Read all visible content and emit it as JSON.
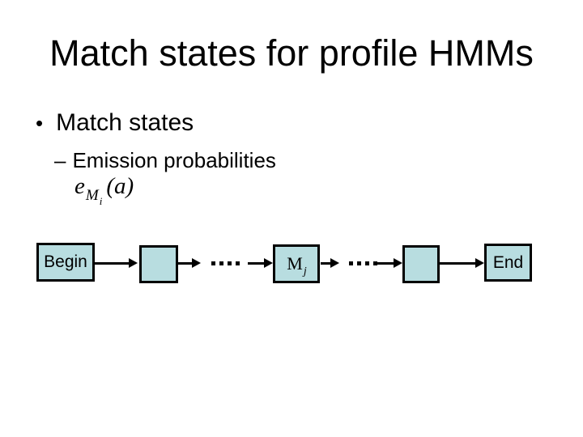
{
  "slide": {
    "title": "Match states for profile HMMs",
    "bullets": [
      {
        "marker": "•",
        "text": "Match states",
        "level": 1
      },
      {
        "marker": "–",
        "text": "Emission probabilities",
        "level": 2
      }
    ],
    "formula": {
      "base": "e",
      "sub": "M",
      "subsub": "i",
      "argument": "(a)"
    }
  },
  "diagram": {
    "description": "Linear chain of profile HMM match states from Begin to End",
    "nodes": [
      {
        "id": "begin",
        "type": "box",
        "label": "Begin"
      },
      {
        "id": "state-1",
        "type": "box",
        "label": ""
      },
      {
        "id": "ellipsis-1",
        "type": "ellipsis",
        "label": "...."
      },
      {
        "id": "match-j",
        "type": "box",
        "label": "M",
        "sublabel": "j"
      },
      {
        "id": "ellipsis-2",
        "type": "ellipsis",
        "label": "...."
      },
      {
        "id": "state-2",
        "type": "box",
        "label": ""
      },
      {
        "id": "end",
        "type": "box",
        "label": "End"
      }
    ],
    "colors": {
      "box_fill": "#b8dde0",
      "box_border": "#000000",
      "arrow": "#000000"
    }
  },
  "canvas": {
    "background": "#ffffff",
    "text_color": "#000000"
  }
}
